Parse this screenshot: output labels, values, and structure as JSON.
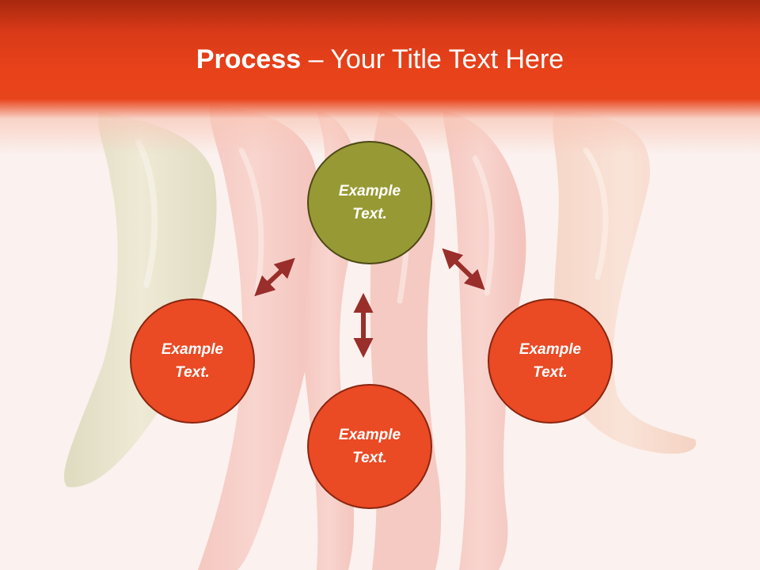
{
  "slide": {
    "title_bold": "Process",
    "title_rest": " – Your Title Text Here"
  },
  "nodes": {
    "top": "Example Text.",
    "left": "Example Text.",
    "right": "Example Text.",
    "bottom": "Example Text."
  },
  "colors": {
    "header": "#e8421a",
    "node_red": "#ea4a24",
    "node_olive": "#979a34",
    "arrow": "#9a2e2a"
  }
}
